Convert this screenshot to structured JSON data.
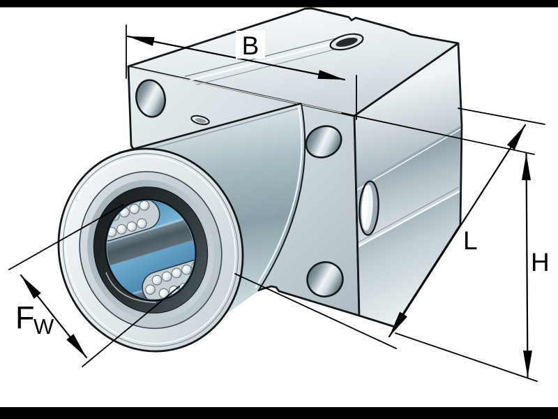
{
  "illustration": {
    "subject": "flanged linear ball bearing unit, isometric technical drawing",
    "dimension_labels": {
      "width": "B",
      "length": "L",
      "height": "H",
      "bore_main": "F",
      "bore_sub": "W"
    },
    "colors": {
      "background": "#ffffff",
      "frame_bars": "#000000",
      "line_color": "#000000",
      "metal_light": "#eef3f5",
      "metal_mid": "#b9c6cc",
      "metal_dark": "#8a99a1",
      "bore_blue": "#5e9cc4",
      "dark_ring": "#23292c"
    }
  }
}
